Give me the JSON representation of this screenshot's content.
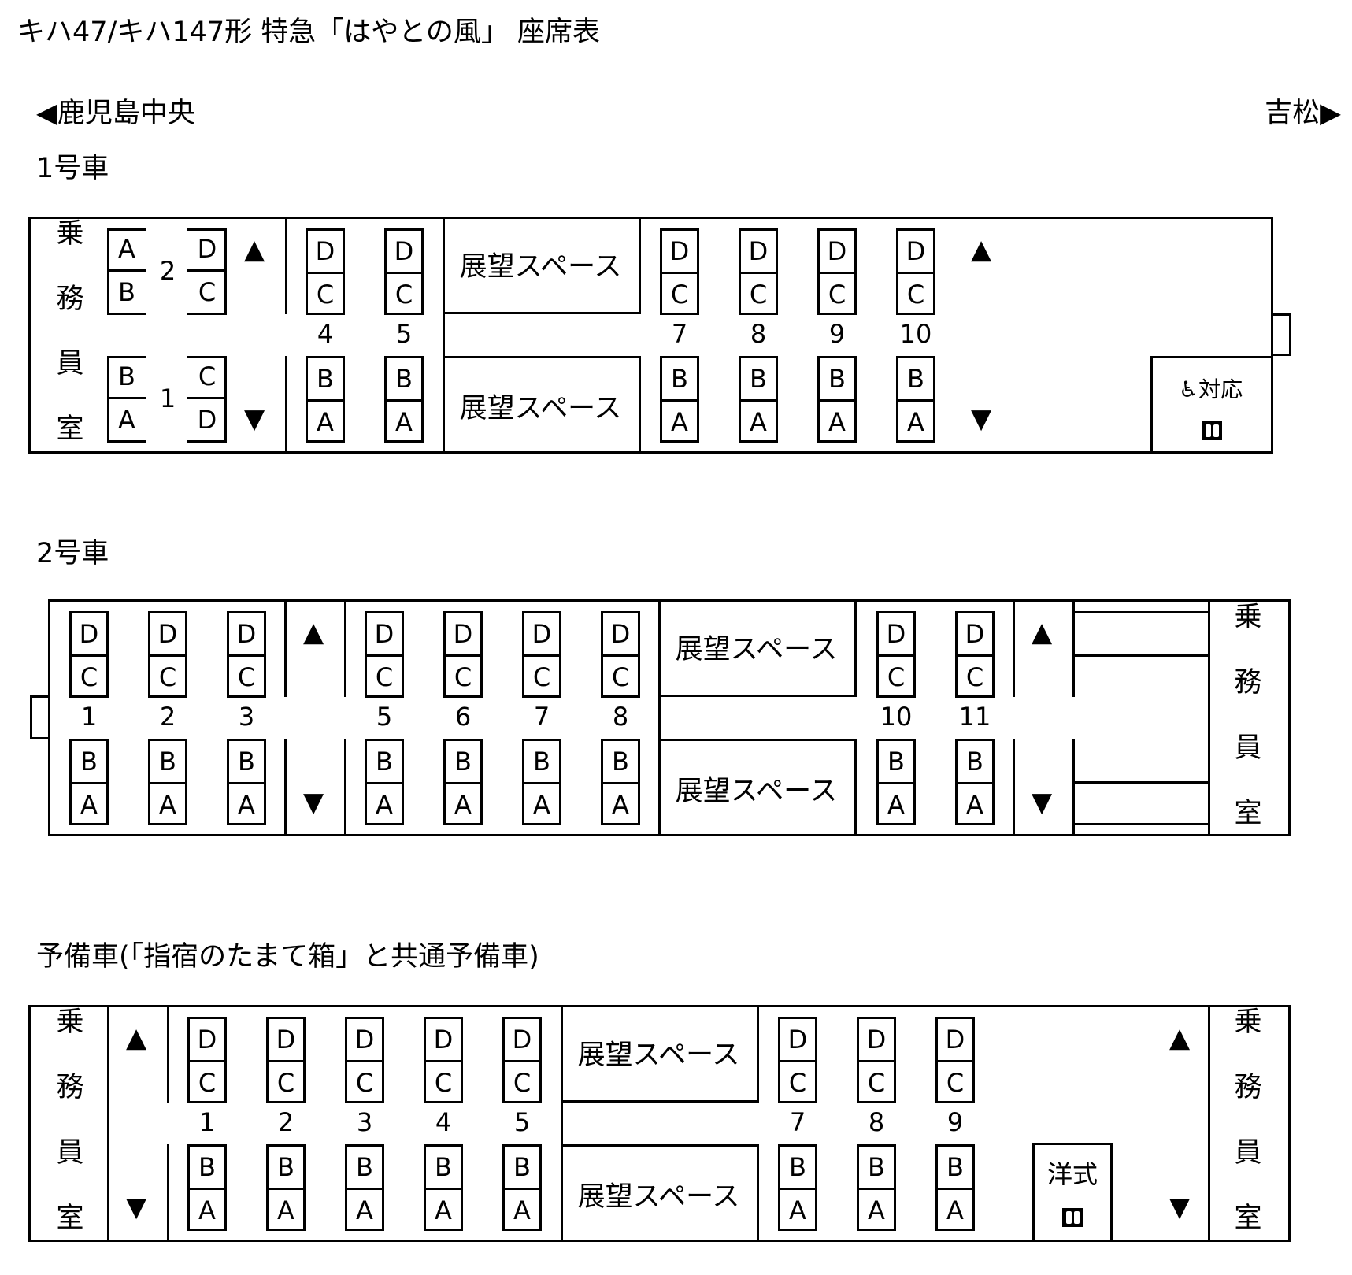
{
  "title": "キハ47/キハ147形 特急「はやとの風」 座席表",
  "direction_left": "◀鹿児島中央",
  "direction_right": "吉松▶",
  "labels": {
    "crew": [
      "乗",
      "務",
      "員",
      "室"
    ],
    "space": "展望スペース",
    "accessible": "♿対応",
    "western_toilet": "洋式"
  },
  "car1": {
    "label": "1号車",
    "row_numbers": [
      "2",
      "1",
      "4",
      "5",
      "7",
      "8",
      "9",
      "10"
    ],
    "seats_upper": [
      "A",
      "B",
      "D",
      "C"
    ],
    "seats_lower": [
      "B",
      "A",
      "C",
      "D"
    ],
    "aisle_upper": [
      "D",
      "C"
    ],
    "aisle_lower": [
      "B",
      "A"
    ]
  },
  "car2": {
    "label": "2号車",
    "row_numbers": [
      "1",
      "2",
      "3",
      "5",
      "6",
      "7",
      "8",
      "10",
      "11"
    ]
  },
  "car3": {
    "label": "予備車(「指宿のたまて箱」と共通予備車)",
    "row_numbers": [
      "1",
      "2",
      "3",
      "4",
      "5",
      "7",
      "8",
      "9"
    ]
  }
}
